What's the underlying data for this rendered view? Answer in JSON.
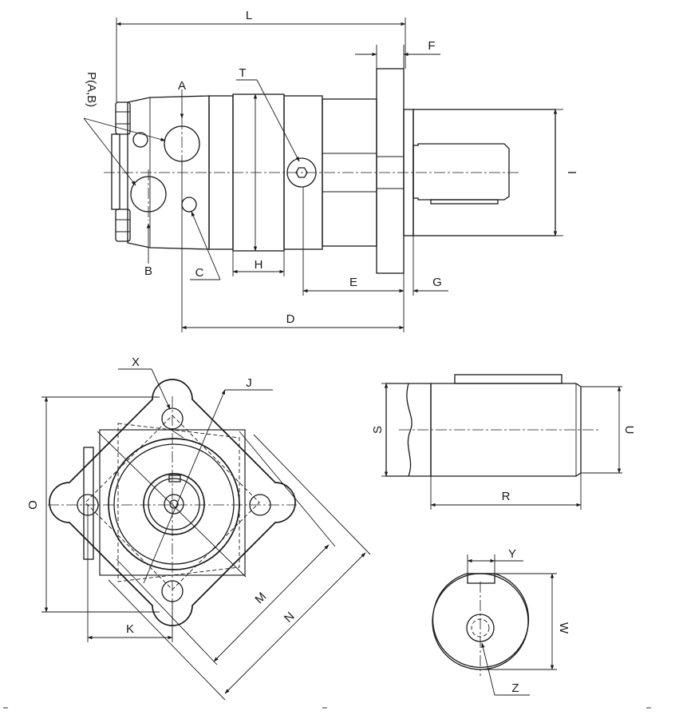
{
  "labels": {
    "L": "L",
    "F": "F",
    "T": "T",
    "A": "A",
    "P": "P(A,B)",
    "I": "I",
    "B": "B",
    "C": "C",
    "H": "H",
    "E": "E",
    "G": "G",
    "D": "D",
    "X": "X",
    "J": "J",
    "O": "O",
    "S": "S",
    "U": "U",
    "R": "R",
    "M": "M",
    "N": "N",
    "K": "K",
    "Y": "Y",
    "W": "W",
    "Z": "Z"
  }
}
